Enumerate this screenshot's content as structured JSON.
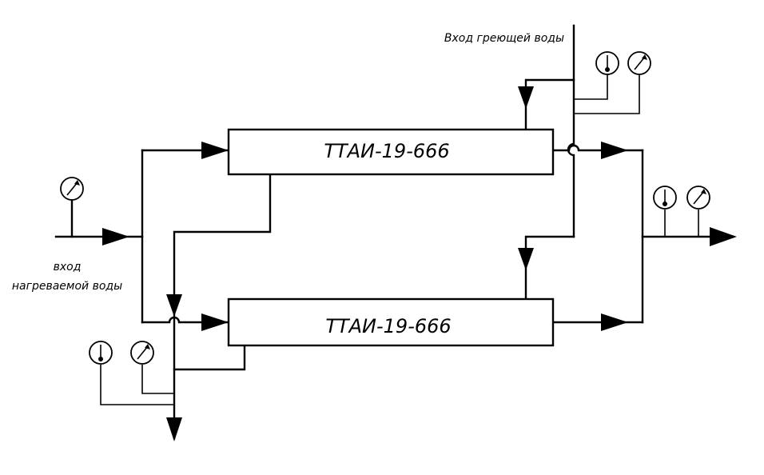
{
  "labels": {
    "heating_water_inlet": "Вход греющей воды",
    "heated_water_inlet_line1": "вход",
    "heated_water_inlet_line2": "нагреваемой воды"
  },
  "exchangers": [
    {
      "name": "ТТАИ-19-666"
    },
    {
      "name": "ТТАИ-19-666"
    }
  ],
  "instruments": {
    "thermometer": "thermometer-icon",
    "pressure_gauge": "pressure-gauge-icon"
  },
  "colors": {
    "line": "#000000",
    "background": "#ffffff"
  }
}
